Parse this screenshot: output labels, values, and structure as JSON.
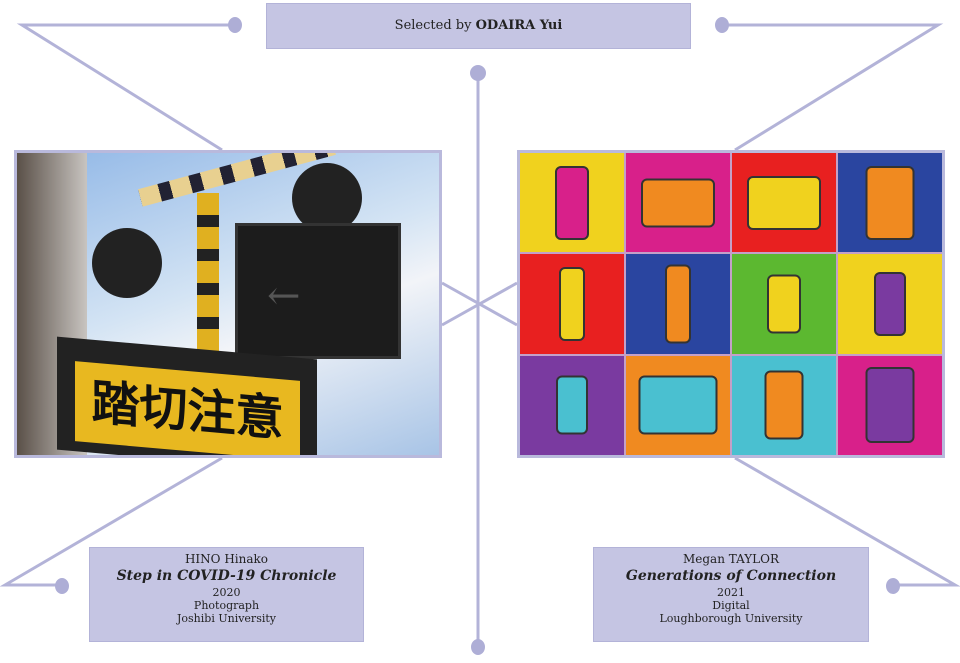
{
  "header": {
    "prefix": "Selected by",
    "curator": "ODAIRA Yui"
  },
  "works": [
    {
      "artist": "HINO Hinako",
      "title": "Step in COVID-19 Chronicle",
      "year": "2020",
      "medium": "Photograph",
      "institution": "Joshibi University",
      "sign_text": "踏切注意"
    },
    {
      "artist": "Megan TAYLOR",
      "title": "Generations of Connection",
      "year": "2021",
      "medium": "Digital",
      "institution": "Loughborough University"
    }
  ],
  "colors": {
    "accent": "#b3b3d8",
    "box": "#c5c5e3"
  },
  "tiles": [
    {
      "bg": "#f0d21e",
      "fg": "#d8208a",
      "icon": "candlestick-phone-icon"
    },
    {
      "bg": "#d8208a",
      "fg": "#f08a20",
      "icon": "rotary-phone-icon"
    },
    {
      "bg": "#e82020",
      "fg": "#f0d21e",
      "icon": "pushbutton-phone-icon"
    },
    {
      "bg": "#2a45a0",
      "fg": "#f08a20",
      "icon": "wall-phone-icon"
    },
    {
      "bg": "#e82020",
      "fg": "#f0d21e",
      "icon": "brick-mobile-icon"
    },
    {
      "bg": "#2a45a0",
      "fg": "#f08a20",
      "icon": "mobile-antenna-icon"
    },
    {
      "bg": "#5cb830",
      "fg": "#f0d21e",
      "icon": "flip-phone-icon"
    },
    {
      "bg": "#f0d21e",
      "fg": "#7a3aa0",
      "icon": "candybar-phone-icon"
    },
    {
      "bg": "#7a3aa0",
      "fg": "#4ac0d0",
      "icon": "pager-phone-icon"
    },
    {
      "bg": "#f08a20",
      "fg": "#4ac0d0",
      "icon": "keyboard-phone-icon"
    },
    {
      "bg": "#4ac0d0",
      "fg": "#f08a20",
      "icon": "smartphone-icon"
    },
    {
      "bg": "#d8208a",
      "fg": "#7a3aa0",
      "icon": "modern-smartphone-icon"
    }
  ]
}
